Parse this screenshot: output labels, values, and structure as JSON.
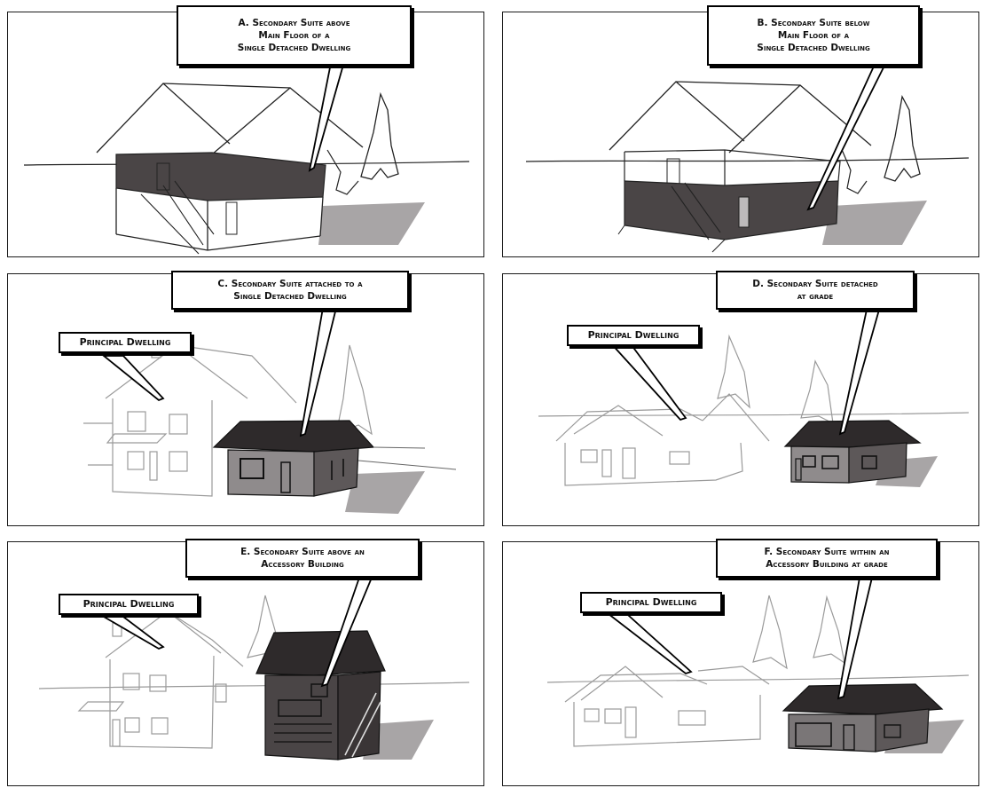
{
  "panels": [
    {
      "id": "A",
      "title_lines": [
        "A. Secondary Suite above",
        "Main Floor of a",
        "Single Detached Dwelling"
      ]
    },
    {
      "id": "B",
      "title_lines": [
        "B. Secondary Suite below",
        "Main Floor of a",
        "Single Detached Dwelling"
      ]
    },
    {
      "id": "C",
      "title_lines": [
        "C. Secondary Suite attached to a",
        "Single Detached Dwelling"
      ],
      "principal_label": "Principal Dwelling"
    },
    {
      "id": "D",
      "title_lines": [
        "D. Secondary Suite detached",
        "at grade"
      ],
      "principal_label": "Principal Dwelling"
    },
    {
      "id": "E",
      "title_lines": [
        "E. Secondary Suite above an",
        "Accessory Building"
      ],
      "principal_label": "Principal Dwelling"
    },
    {
      "id": "F",
      "title_lines": [
        "F. Secondary Suite within an",
        "Accessory Building at grade"
      ],
      "principal_label": "Principal Dwelling"
    }
  ],
  "colors": {
    "suite_fill": "#4a4546",
    "suite_dark": "#2e2a2b",
    "shadow": "#a8a5a6",
    "line": "#222222",
    "faint_line": "#9a9a9a"
  }
}
